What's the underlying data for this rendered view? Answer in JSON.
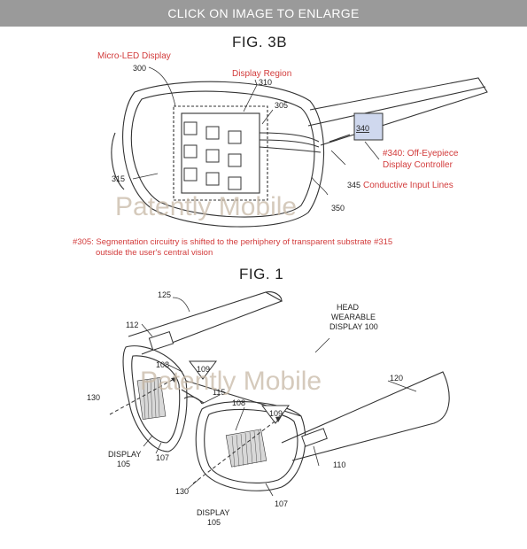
{
  "banner": {
    "text": "CLICK ON IMAGE TO ENLARGE",
    "bg": "#9a9a9a"
  },
  "fig3b": {
    "title": "FIG. 3B",
    "labels": {
      "micro_led": "Micro-LED Display",
      "n300": "300",
      "display_region": "Display Region",
      "n310": "310",
      "n305": "305",
      "n340": "340",
      "off_eyepiece": "#340: Off-Eyepiece",
      "display_controller": "Display Controller",
      "n315": "315",
      "n345": "345",
      "conductive": "Conductive Input Lines",
      "n350": "350"
    },
    "note_line1": "#305: Segmentation circuitry is shifted to the perhiphery of transparent substrate #315",
    "note_line2": "outside the user's central vision",
    "watermark": "Patently Mobile"
  },
  "fig1": {
    "title": "FIG. 1",
    "labels": {
      "n125": "125",
      "n112": "112",
      "head": "HEAD",
      "wearable": "WEARABLE",
      "display100": "DISPLAY 100",
      "n108a": "108",
      "n109a": "109",
      "n120": "120",
      "n130a": "130",
      "n115": "115",
      "n108b": "108",
      "n109b": "109",
      "display_left": "DISPLAY",
      "n105a": "105",
      "n107a": "107",
      "n110": "110",
      "n130b": "130",
      "n107b": "107",
      "display_bottom": "DISPLAY",
      "n105b": "105"
    },
    "watermark": "Patently Mobile"
  },
  "colors": {
    "red": "#d23b3b",
    "line": "#333333",
    "watermark": "#c8b9a6"
  }
}
